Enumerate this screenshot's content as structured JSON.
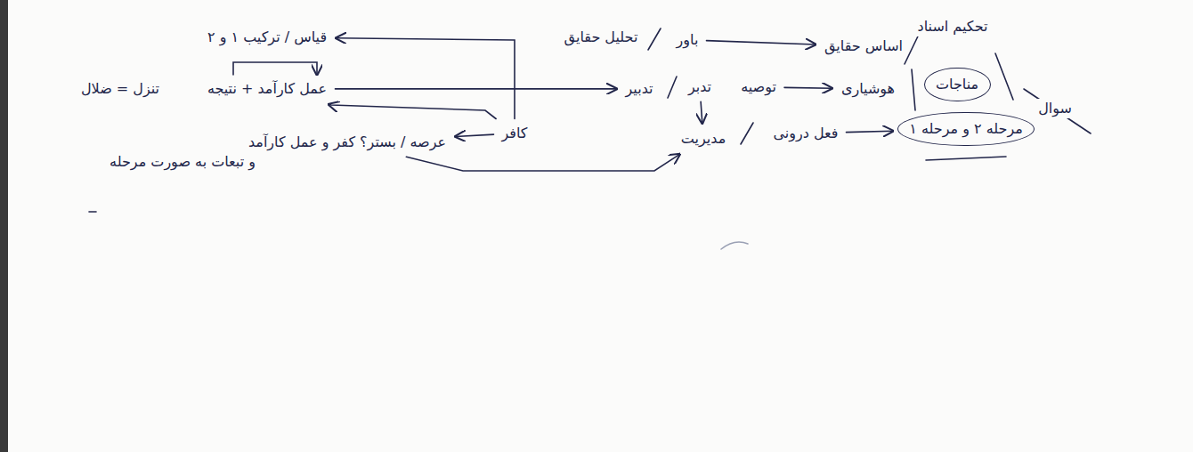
{
  "diagram": {
    "nodes": [
      {
        "text": [
          "قیاس / ترکیب ۱ و ۲"
        ]
      },
      {
        "text": [
          "عمل کارآمد + نتیجه"
        ]
      },
      {
        "text": [
          "کافر"
        ]
      },
      {
        "text": [
          "عرصه / بستر؟ کفر و عمل کارآمد"
        ]
      },
      {
        "text": [
          "باور"
        ]
      },
      {
        "text": [
          "اساس حقایق"
        ]
      },
      {
        "text": [
          "تدبیر"
        ]
      },
      {
        "text": [
          "تدبر"
        ]
      },
      {
        "text": [
          "توصیه"
        ]
      },
      {
        "text": [
          "هوشیاری"
        ]
      },
      {
        "text": [
          "مناجات"
        ]
      },
      {
        "text": [
          "مدیریت"
        ]
      },
      {
        "text": [
          "فعل درونی"
        ]
      },
      {
        "text": [
          "مرحله ۲ و مرحله ۱"
        ]
      }
    ],
    "edges": [
      {
        "from": 2,
        "to": 0,
        "arrow": "to"
      },
      {
        "from": 2,
        "to": 1,
        "arrow": "to"
      },
      {
        "from": 2,
        "to": 3,
        "arrow": "to"
      },
      {
        "from": 1,
        "to": 6,
        "arrow": "to"
      },
      {
        "from": 3,
        "to": 11,
        "arrow": "to"
      },
      {
        "from": 7,
        "to": 11,
        "arrow": "to"
      },
      {
        "from": 4,
        "to": 5,
        "arrow": "to"
      },
      {
        "from": 8,
        "to": 9,
        "arrow": "to"
      },
      {
        "from": 12,
        "to": 13,
        "arrow": "to"
      }
    ],
    "labels": [
      "تنزل = ضلال",
      "و تبعات به صورت مرحله",
      "تحلیل حقایق",
      "تحکیم اسناد",
      "سوال"
    ]
  }
}
